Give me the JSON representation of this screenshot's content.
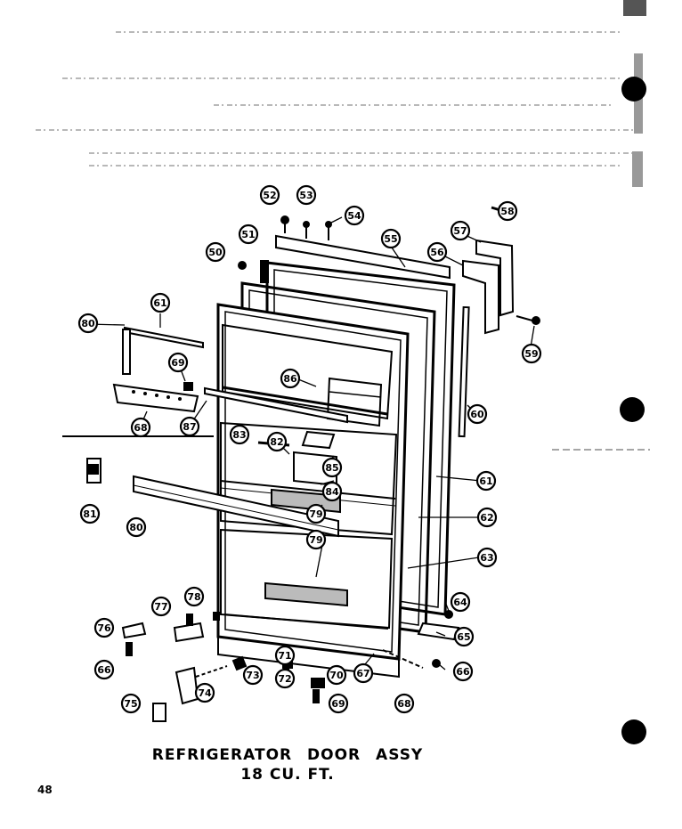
{
  "caption": {
    "title": "REFRIGERATOR DOOR ASSY",
    "subtitle": "18 CU. FT."
  },
  "page_number": "48",
  "callouts": [
    {
      "id": "c50",
      "label": "50"
    },
    {
      "id": "c51",
      "label": "51"
    },
    {
      "id": "c52",
      "label": "52"
    },
    {
      "id": "c53",
      "label": "53"
    },
    {
      "id": "c54",
      "label": "54"
    },
    {
      "id": "c55",
      "label": "55"
    },
    {
      "id": "c56",
      "label": "56"
    },
    {
      "id": "c57",
      "label": "57"
    },
    {
      "id": "c58",
      "label": "58"
    },
    {
      "id": "c59",
      "label": "59"
    },
    {
      "id": "c60r",
      "label": "60"
    },
    {
      "id": "c61r",
      "label": "61"
    },
    {
      "id": "c62",
      "label": "62"
    },
    {
      "id": "c63",
      "label": "63"
    },
    {
      "id": "c64",
      "label": "64"
    },
    {
      "id": "c65",
      "label": "65"
    },
    {
      "id": "c66r",
      "label": "66"
    },
    {
      "id": "c67",
      "label": "67"
    },
    {
      "id": "c68r",
      "label": "68"
    },
    {
      "id": "c69b",
      "label": "69"
    },
    {
      "id": "c70",
      "label": "70"
    },
    {
      "id": "c71",
      "label": "71"
    },
    {
      "id": "c72",
      "label": "72"
    },
    {
      "id": "c73",
      "label": "73"
    },
    {
      "id": "c74",
      "label": "74"
    },
    {
      "id": "c75",
      "label": "75"
    },
    {
      "id": "c66l",
      "label": "66"
    },
    {
      "id": "c76",
      "label": "76"
    },
    {
      "id": "c77",
      "label": "77"
    },
    {
      "id": "c78",
      "label": "78"
    },
    {
      "id": "c79a",
      "label": "79"
    },
    {
      "id": "c79b",
      "label": "79"
    },
    {
      "id": "c80l",
      "label": "80"
    },
    {
      "id": "c81",
      "label": "81"
    },
    {
      "id": "c68l",
      "label": "68"
    },
    {
      "id": "c80t",
      "label": "80"
    },
    {
      "id": "c61t",
      "label": "61"
    },
    {
      "id": "c69t",
      "label": "69"
    },
    {
      "id": "c86",
      "label": "86"
    },
    {
      "id": "c87",
      "label": "87"
    },
    {
      "id": "c83",
      "label": "83"
    },
    {
      "id": "c82",
      "label": "82"
    },
    {
      "id": "c85",
      "label": "85"
    },
    {
      "id": "c84",
      "label": "84"
    }
  ]
}
